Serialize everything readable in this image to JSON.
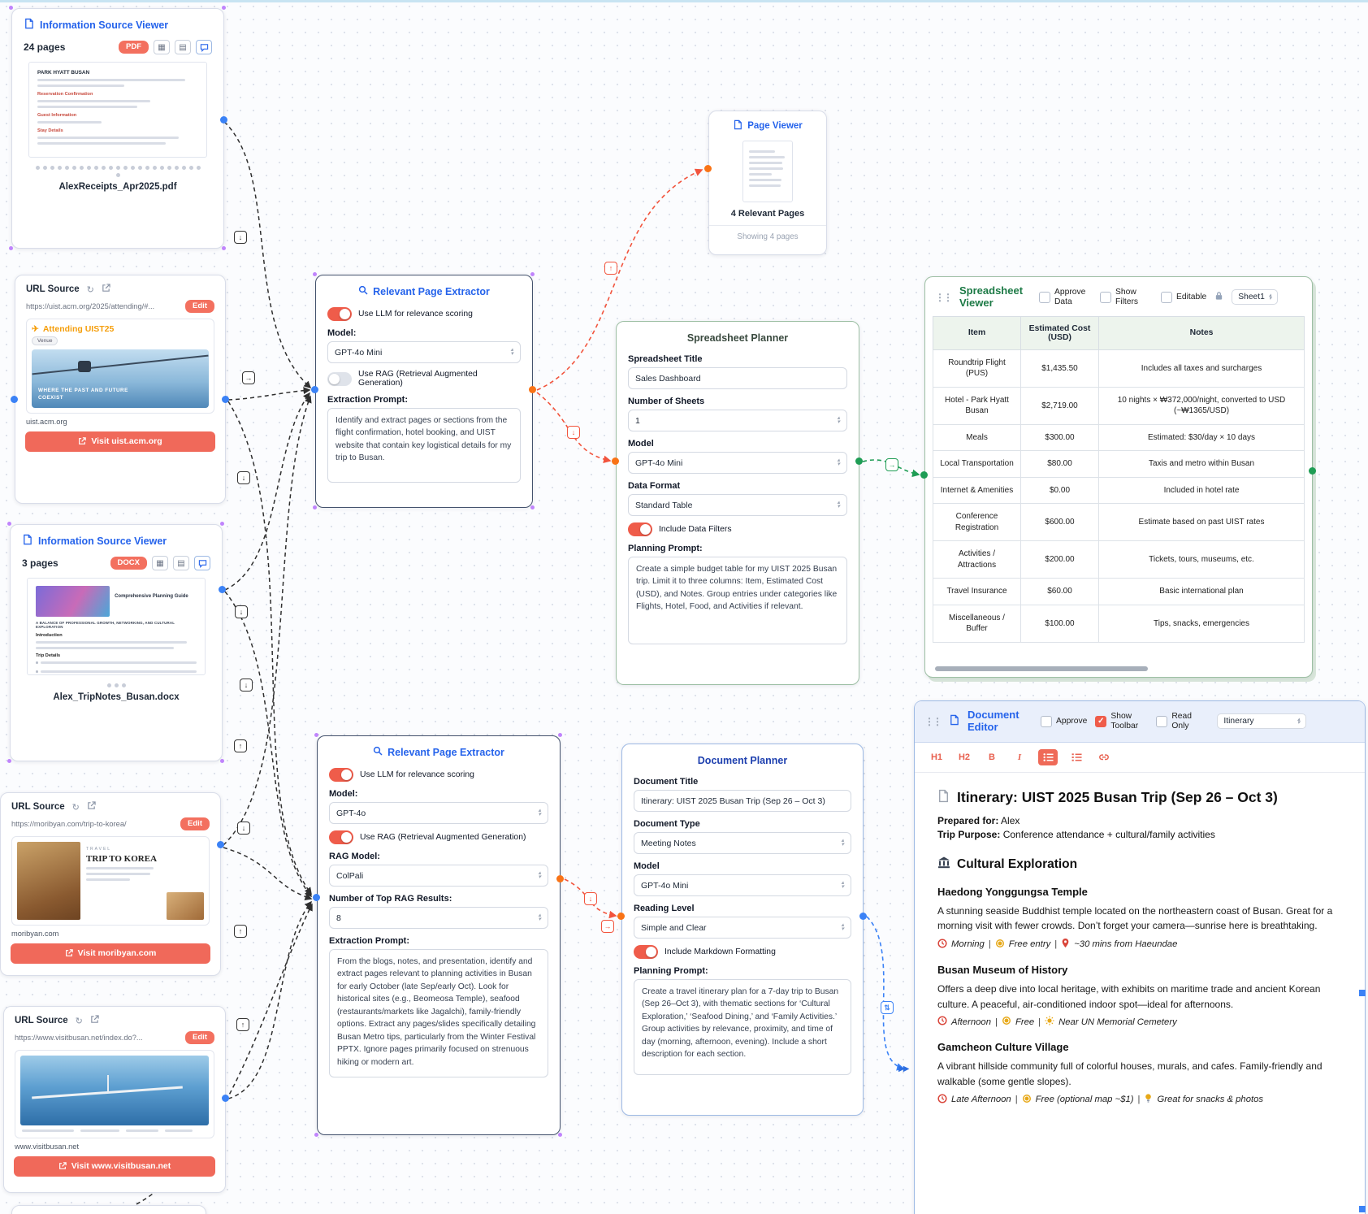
{
  "info_pdf": {
    "title": "Information Source Viewer",
    "pages": "24 pages",
    "badge": "PDF",
    "doc_heading": "PARK HYATT BUSAN",
    "sec1": "Reservation Confirmation",
    "sec2": "Guest Information",
    "sec3": "Stay Details",
    "filename": "AlexReceipts_Apr2025.pdf"
  },
  "url_uist": {
    "title": "URL Source",
    "url": "https://uist.acm.org/2025/attending/#...",
    "edit": "Edit",
    "heading": "Attending UIST25",
    "chip": "Venue",
    "caption": "WHERE THE PAST AND FUTURE COEXIST",
    "domain": "uist.acm.org",
    "visit": "Visit uist.acm.org"
  },
  "info_docx": {
    "title": "Information Source Viewer",
    "pages": "3 pages",
    "badge": "DOCX",
    "doc_title": "Comprehensive Planning Guide",
    "doc_subtitle": "A BALANCE OF PROFESSIONAL GROWTH, NETWORKING, AND CULTURAL EXPLORATION",
    "h1": "Introduction",
    "h2": "Trip Details",
    "filename": "Alex_TripNotes_Busan.docx"
  },
  "url_moribyan": {
    "title": "URL Source",
    "url": "https://moribyan.com/trip-to-korea/",
    "edit": "Edit",
    "kicker": "TRAVEL",
    "heading": "TRIP TO KOREA",
    "domain": "moribyan.com",
    "visit": "Visit moribyan.com"
  },
  "url_visitbusan": {
    "title": "URL Source",
    "url": "https://www.visitbusan.net/index.do?...",
    "edit": "Edit",
    "domain": "www.visitbusan.net",
    "visit": "Visit www.visitbusan.net"
  },
  "extractor1": {
    "title": "Relevant Page Extractor",
    "llm_toggle": "Use LLM for relevance scoring",
    "model_label": "Model:",
    "model": "GPT-4o Mini",
    "rag_toggle": "Use RAG (Retrieval Augmented Generation)",
    "prompt_label": "Extraction Prompt:",
    "prompt": "Identify and extract pages or sections from the flight confirmation, hotel booking, and UIST website that contain key logistical details for my trip to Busan."
  },
  "page_viewer": {
    "title": "Page Viewer",
    "count": "4 Relevant Pages",
    "status": "Showing 4 pages"
  },
  "sheet_planner": {
    "title": "Spreadsheet Planner",
    "title_label": "Spreadsheet Title",
    "title_value": "Sales Dashboard",
    "sheets_label": "Number of Sheets",
    "sheets_value": "1",
    "model_label": "Model",
    "model_value": "GPT-4o Mini",
    "format_label": "Data Format",
    "format_value": "Standard Table",
    "filters_toggle": "Include Data Filters",
    "prompt_label": "Planning Prompt:",
    "prompt": "Create a simple budget table for my UIST 2025 Busan trip. Limit it to three columns: Item, Estimated Cost (USD), and Notes. Group entries under categories like Flights, Hotel, Food, and Activities if relevant."
  },
  "sheet_viewer": {
    "title": "Spreadsheet Viewer",
    "approve": "Approve Data",
    "filters": "Show Filters",
    "editable": "Editable",
    "sheet": "Sheet1",
    "columns": [
      "Item",
      "Estimated Cost (USD)",
      "Notes"
    ],
    "rows": [
      [
        "Roundtrip Flight (PUS)",
        "$1,435.50",
        "Includes all taxes and surcharges"
      ],
      [
        "Hotel - Park Hyatt Busan",
        "$2,719.00",
        "10 nights × ₩372,000/night, converted to USD (~₩1365/USD)"
      ],
      [
        "Meals",
        "$300.00",
        "Estimated: $30/day × 10 days"
      ],
      [
        "Local Transportation",
        "$80.00",
        "Taxis and metro within Busan"
      ],
      [
        "Internet & Amenities",
        "$0.00",
        "Included in hotel rate"
      ],
      [
        "Conference Registration",
        "$600.00",
        "Estimate based on past UIST rates"
      ],
      [
        "Activities / Attractions",
        "$200.00",
        "Tickets, tours, museums, etc."
      ],
      [
        "Travel Insurance",
        "$60.00",
        "Basic international plan"
      ],
      [
        "Miscellaneous / Buffer",
        "$100.00",
        "Tips, snacks, emergencies"
      ]
    ]
  },
  "extractor2": {
    "title": "Relevant Page Extractor",
    "llm_toggle": "Use LLM for relevance scoring",
    "model_label": "Model:",
    "model": "GPT-4o",
    "rag_toggle": "Use RAG (Retrieval Augmented Generation)",
    "rag_model_label": "RAG Model:",
    "rag_model": "ColPali",
    "topk_label": "Number of Top RAG Results:",
    "topk": "8",
    "prompt_label": "Extraction Prompt:",
    "prompt": "From the blogs, notes, and presentation, identify and extract pages relevant to planning activities in Busan for early October (late Sep/early Oct). Look for historical sites (e.g., Beomeosa Temple), seafood (restaurants/markets like Jagalchi), family-friendly options. Extract any pages/slides specifically detailing Busan Metro tips, particularly from the Winter Festival PPTX. Ignore pages primarily focused on strenuous hiking or modern art."
  },
  "doc_planner": {
    "title": "Document Planner",
    "title_label": "Document Title",
    "title_value": "Itinerary: UIST 2025 Busan Trip (Sep 26 – Oct 3)",
    "type_label": "Document Type",
    "type_value": "Meeting Notes",
    "model_label": "Model",
    "model_value": "GPT-4o Mini",
    "level_label": "Reading Level",
    "level_value": "Simple and Clear",
    "markdown_toggle": "Include Markdown Formatting",
    "prompt_label": "Planning Prompt:",
    "prompt": "Create a travel itinerary plan for a 7-day trip to Busan (Sep 26–Oct 3), with thematic sections for ‘Cultural Exploration,’ ‘Seafood Dining,’ and ‘Family Activities.’ Group activities by relevance, proximity, and time of day (morning, afternoon, evening). Include a short description for each section."
  },
  "doc_editor": {
    "title": "Document Editor",
    "approve": "Approve",
    "show_toolbar": "Show Toolbar",
    "read_only": "Read Only",
    "doc_select": "Itinerary",
    "tb": [
      "H1",
      "H2",
      "B",
      "I"
    ],
    "doc": {
      "title": "Itinerary: UIST 2025 Busan Trip (Sep 26 – Oct 3)",
      "prepared_label": "Prepared for:",
      "prepared_value": "Alex",
      "purpose_label": "Trip Purpose:",
      "purpose_value": "Conference attendance + cultural/family activities",
      "section": "Cultural Exploration",
      "entries": [
        {
          "name": "Haedong Yonggungsa Temple",
          "desc": "A stunning seaside Buddhist temple located on the northeastern coast of Busan. Great for a morning visit with fewer crowds. Don’t forget your camera—sunrise here is breathtaking.",
          "meta": [
            {
              "icon": "clock-icon",
              "text": "Morning"
            },
            {
              "icon": "coin-icon",
              "text": "Free entry"
            },
            {
              "icon": "pin-icon",
              "text": "~30 mins from Haeundae"
            }
          ]
        },
        {
          "name": "Busan Museum of History",
          "desc": "Offers a deep dive into local heritage, with exhibits on maritime trade and ancient Korean culture. A peaceful, air-conditioned indoor spot—ideal for afternoons.",
          "meta": [
            {
              "icon": "clock-icon",
              "text": "Afternoon"
            },
            {
              "icon": "coin-icon",
              "text": "Free"
            },
            {
              "icon": "sun-icon",
              "text": "Near UN Memorial Cemetery"
            }
          ]
        },
        {
          "name": "Gamcheon Culture Village",
          "desc": "A vibrant hillside community full of colorful houses, murals, and cafes. Family-friendly and walkable (some gentle slopes).",
          "meta": [
            {
              "icon": "clock-icon",
              "text": "Late Afternoon"
            },
            {
              "icon": "coin-icon",
              "text": "Free (optional map ~$1)"
            },
            {
              "icon": "bulb-icon",
              "text": "Great for snacks & photos"
            }
          ]
        }
      ]
    }
  }
}
